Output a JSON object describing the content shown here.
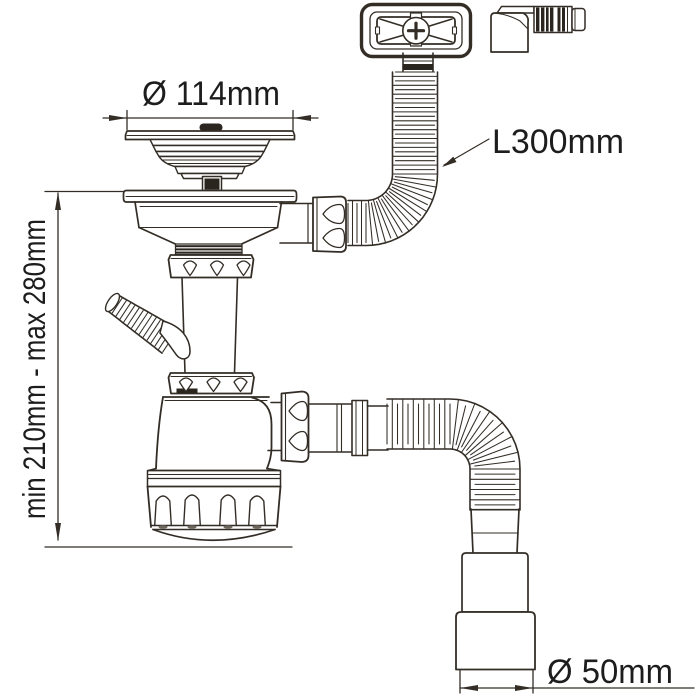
{
  "drawing": {
    "labels": {
      "top_diameter": "Ø 114mm",
      "hose_length": "L300mm",
      "height_range": "min 210mm - max 280mm",
      "bottom_diameter": "Ø 50mm"
    },
    "colors": {
      "line": "#332d26",
      "dark_fill": "#2a251f",
      "text": "#1d1d1d",
      "background": "#ffffff"
    }
  }
}
